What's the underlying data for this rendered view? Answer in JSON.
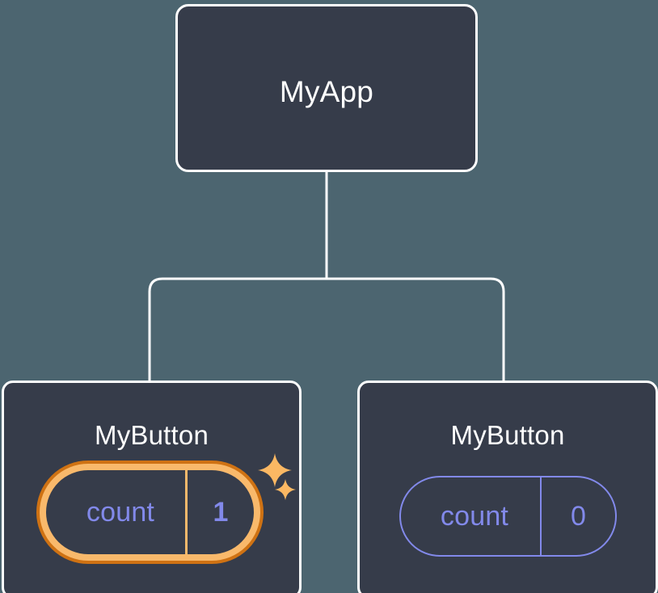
{
  "diagram": {
    "type": "component-tree",
    "background_color": "#4c6570",
    "node_fill_color": "#363c4a",
    "node_border_color": "#ffffff",
    "connector_color": "#ffffff",
    "state_text_color": "#8289ea",
    "highlight_outer_color": "#cf7213",
    "highlight_inner_color": "#f9b96b",
    "sparkle_color": "#fbb863",
    "root": {
      "title": "MyApp"
    },
    "children": [
      {
        "title": "MyButton",
        "state": {
          "key": "count",
          "value": "1"
        },
        "highlighted": true,
        "sparkles": 2
      },
      {
        "title": "MyButton",
        "state": {
          "key": "count",
          "value": "0"
        },
        "highlighted": false,
        "sparkles": 0
      }
    ]
  }
}
